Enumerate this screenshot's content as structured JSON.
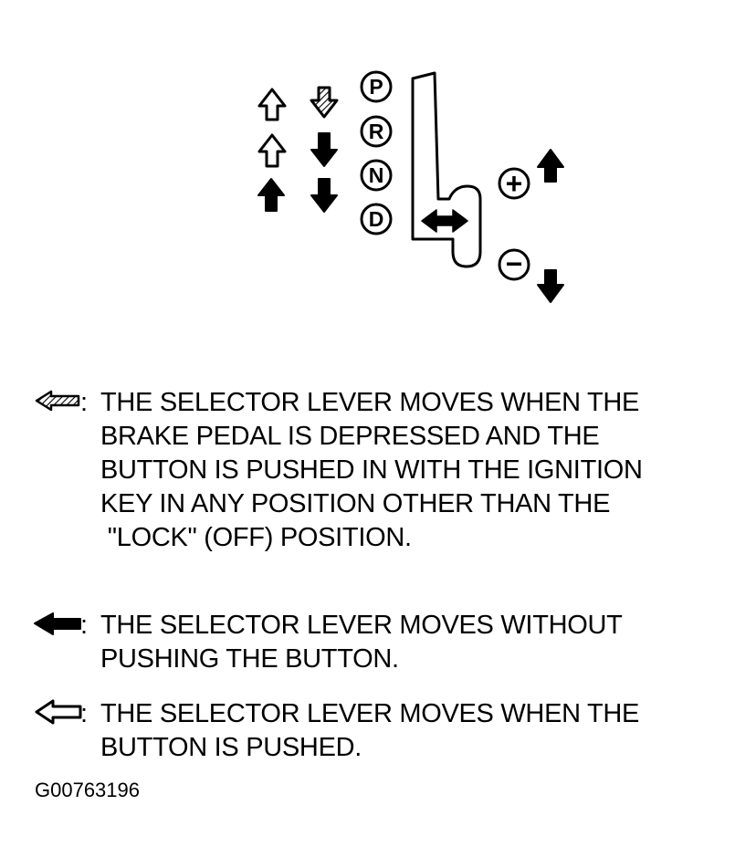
{
  "diagram": {
    "gear_positions": [
      "P",
      "R",
      "N",
      "D"
    ],
    "manual_gate": {
      "plus_label": "+",
      "minus_label": "−"
    },
    "legend": [
      {
        "icon": "hatched-arrow-icon",
        "prefix": ":",
        "lines": [
          "THE SELECTOR LEVER MOVES WHEN THE",
          "BRAKE PEDAL IS DEPRESSED AND THE",
          "BUTTON IS PUSHED IN WITH THE IGNITION",
          "KEY IN ANY POSITION OTHER THAN THE",
          " \"LOCK\" (OFF) POSITION."
        ]
      },
      {
        "icon": "solid-arrow-icon",
        "prefix": ":",
        "lines": [
          "THE SELECTOR LEVER MOVES WITHOUT",
          "PUSHING THE BUTTON."
        ]
      },
      {
        "icon": "outline-arrow-icon",
        "prefix": ":",
        "lines": [
          "THE SELECTOR LEVER MOVES WHEN THE",
          "BUTTON IS PUSHED."
        ]
      }
    ],
    "figure_id": "G00763196",
    "colors": {
      "ink": "#000000",
      "paper": "#ffffff"
    }
  }
}
